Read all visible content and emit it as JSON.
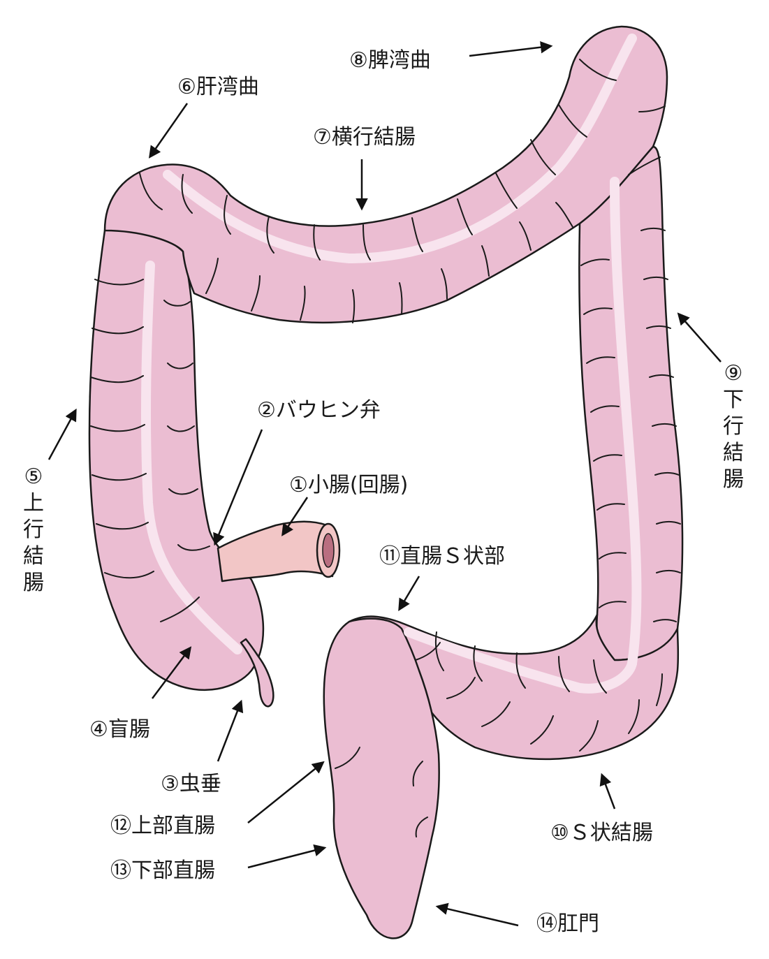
{
  "colors": {
    "colon_fill": "#EBBDD2",
    "colon_band": "#F8E4EE",
    "colon_outline": "#1a1a1a",
    "ileum_fill": "#F2C6C6",
    "ileum_lumen": "#B96E80",
    "arrow": "#111111"
  },
  "labels": {
    "ileum": "①小腸(回腸)",
    "bauhin_valve": "②バウヒン弁",
    "appendix": "③虫垂",
    "cecum": "④盲腸",
    "ascending_colon": [
      "⑤",
      "上",
      "行",
      "結",
      "腸"
    ],
    "hepatic_flexure": "⑥肝湾曲",
    "transverse_colon": "⑦横行結腸",
    "splenic_flexure": "⑧脾湾曲",
    "descending_colon": [
      "⑨",
      "下",
      "行",
      "結",
      "腸"
    ],
    "sigmoid_colon": "⑩Ｓ状結腸",
    "rectosigmoid": "⑪直腸Ｓ状部",
    "upper_rectum": "⑫上部直腸",
    "lower_rectum": "⑬下部直腸",
    "anus": "⑭肛門"
  }
}
